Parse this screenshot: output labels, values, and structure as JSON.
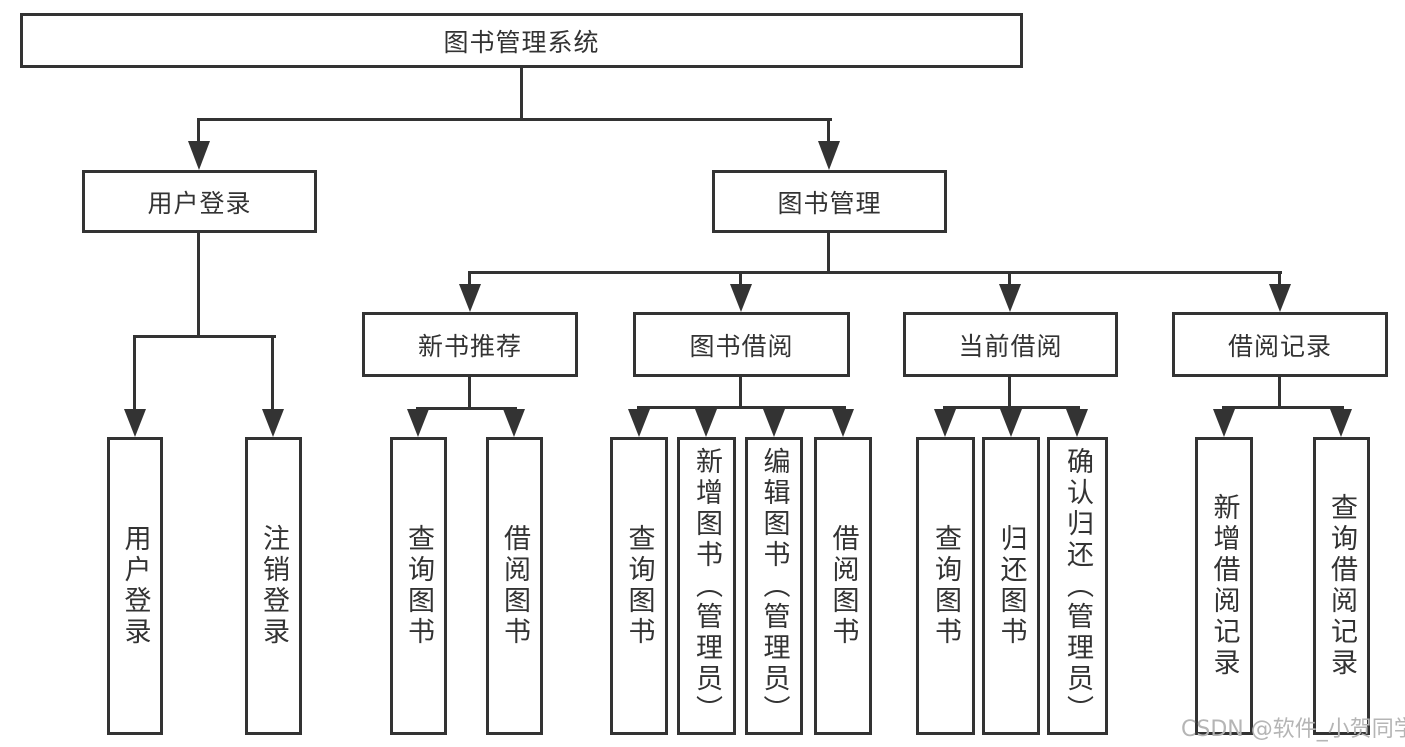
{
  "diagram": {
    "root": {
      "label": "图书管理系统"
    },
    "branches": [
      {
        "label": "用户登录",
        "children": [
          {
            "label": "用户登录"
          },
          {
            "label": "注销登录"
          }
        ]
      },
      {
        "label": "图书管理",
        "children": [
          {
            "label": "新书推荐",
            "children": [
              {
                "label": "查询图书"
              },
              {
                "label": "借阅图书"
              }
            ]
          },
          {
            "label": "图书借阅",
            "children": [
              {
                "label": "查询图书"
              },
              {
                "label": "新增图书（管理员）"
              },
              {
                "label": "编辑图书（管理员）"
              },
              {
                "label": "借阅图书"
              }
            ]
          },
          {
            "label": "当前借阅",
            "children": [
              {
                "label": "查询图书"
              },
              {
                "label": "归还图书"
              },
              {
                "label": "确认归还（管理员）"
              }
            ]
          },
          {
            "label": "借阅记录",
            "children": [
              {
                "label": "新增借阅记录"
              },
              {
                "label": "查询借阅记录"
              }
            ]
          }
        ]
      }
    ]
  },
  "watermark": {
    "text": "CSDN @软件_小贺同学"
  },
  "colors": {
    "line": "#333333",
    "text": "#333333",
    "watermark": "#b5b5b5",
    "background": "#ffffff"
  }
}
